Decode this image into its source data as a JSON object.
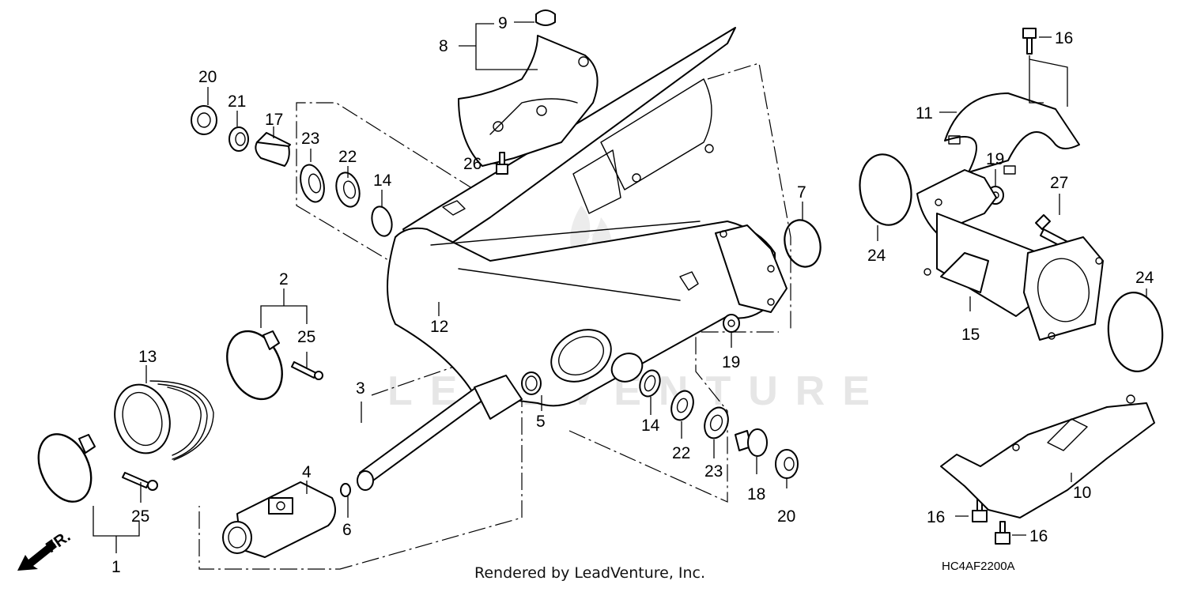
{
  "diagram": {
    "title": "Swingarm exploded parts diagram",
    "watermark": "LEADVENTURE",
    "credit": "Rendered by LeadVenture, Inc.",
    "diagram_code": "HC4AF2200A",
    "direction_indicator": "FR.",
    "callouts": {
      "c1": "1",
      "c2": "2",
      "c3": "3",
      "c4": "4",
      "c5": "5",
      "c6": "6",
      "c7": "7",
      "c8": "8",
      "c9": "9",
      "c10": "10",
      "c11": "11",
      "c12": "12",
      "c13": "13",
      "c14a": "14",
      "c14b": "14",
      "c15": "15",
      "c16a": "16",
      "c16b": "16",
      "c16c": "16",
      "c17": "17",
      "c18": "18",
      "c19a": "19",
      "c19b": "19",
      "c20a": "20",
      "c20b": "20",
      "c21": "21",
      "c22a": "22",
      "c22b": "22",
      "c23a": "23",
      "c23b": "23",
      "c24a": "24",
      "c24b": "24",
      "c25a": "25",
      "c25b": "25",
      "c26": "26",
      "c27": "27"
    }
  }
}
